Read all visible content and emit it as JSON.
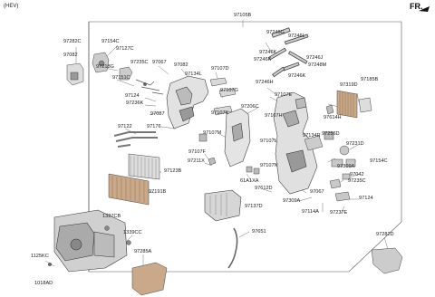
{
  "header": {
    "variant": "(HEV)",
    "direction": "FR."
  },
  "labels": {
    "p97105B": "97105B",
    "p97282C": "97282C",
    "p97082": "97082",
    "p97154C_a": "97154C",
    "p97127C": "97127C",
    "p97218G": "97218G",
    "p97235C_a": "97235C",
    "p97067_a": "97067",
    "p97082_b": "97082",
    "p97107D": "97107D",
    "p97246G": "97246G",
    "p97246L": "97246L",
    "p97246K_a": "97246K",
    "p97246J": "97246J",
    "p97246K_b": "97246K",
    "p97248M": "97248M",
    "p97246K_c": "97246K",
    "p97246H": "97246H",
    "p97151C": "97151C",
    "p97134L": "97134L",
    "p97107G": "97107G",
    "p97107E": "97107E",
    "p97319D": "97319D",
    "p97185B": "97185B",
    "p97124_a": "97124",
    "p97236K": "97236K",
    "p97087": "97087",
    "p97107K": "97107K",
    "p97206C": "97206C",
    "p97614H": "97614H",
    "p97107H": "97107H",
    "p97122": "97122",
    "p97176": "97176",
    "p97107M": "97107M",
    "p97134R": "97134R",
    "p97256D": "97256D",
    "p97107F": "97107F",
    "p97107L": "97107L",
    "p97231D": "97231D",
    "p97211X": "97211X",
    "p97309A_a": "97309A",
    "p97154C_b": "97154C",
    "p97123B": "97123B",
    "p97107N": "97107N",
    "p97042": "97042",
    "p61A1XA": "61A1XA",
    "p97235C_b": "97235C",
    "p97612D": "97612D",
    "p97067_b": "97067",
    "p97191B": "97191B",
    "p97309A_b": "97309A",
    "p97124_b": "97124",
    "p97137D": "97137D",
    "p97114A": "97114A",
    "p97237E": "97237E",
    "p1327CB": "1327CB",
    "p1339CC": "1339CC",
    "p97651": "97651",
    "p97282D": "97282D",
    "p1125KC": "1125KC",
    "p97285A": "97285A",
    "p1018AD": "1018AD"
  }
}
